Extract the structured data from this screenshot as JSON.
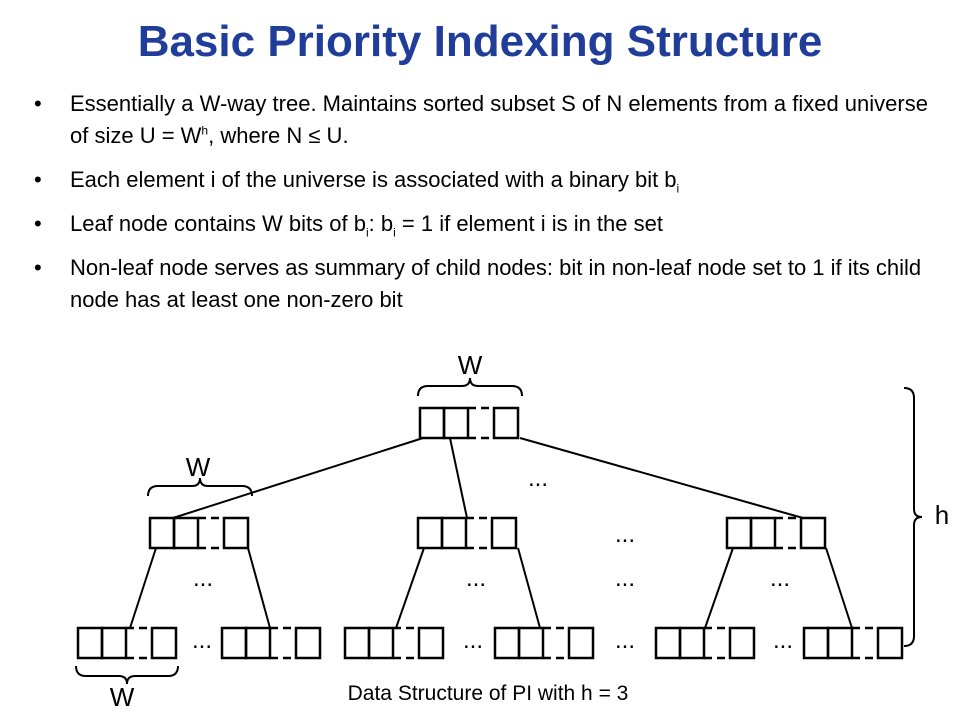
{
  "title": "Basic Priority Indexing Structure",
  "bullets": [
    {
      "segments": [
        {
          "t": "Essentially a W-way tree. Maintains sorted subset S of N elements from a fixed universe of size U = W"
        },
        {
          "t": "h",
          "sup": true
        },
        {
          "t": ", where N  ≤ U."
        }
      ]
    },
    {
      "segments": [
        {
          "t": "Each element i of the universe is associated with a binary bit b"
        },
        {
          "t": "i",
          "sub": true
        }
      ]
    },
    {
      "segments": [
        {
          "t": "Leaf node contains W bits of b"
        },
        {
          "t": "i",
          "sub": true
        },
        {
          "t": ": b"
        },
        {
          "t": "i",
          "sub": true
        },
        {
          "t": " = 1 if element i is in the set"
        }
      ]
    },
    {
      "segments": [
        {
          "t": "Non-leaf node serves as summary of child nodes: bit in non-leaf node set to 1 if its child node has at least one non-zero bit"
        }
      ]
    }
  ],
  "diagram": {
    "width_label": "W",
    "height_label": "h",
    "ellipsis": "...",
    "caption": "Data Structure of PI with h = 3"
  },
  "colors": {
    "title": "#1f3d99",
    "text": "#000000",
    "stroke": "#000000"
  }
}
